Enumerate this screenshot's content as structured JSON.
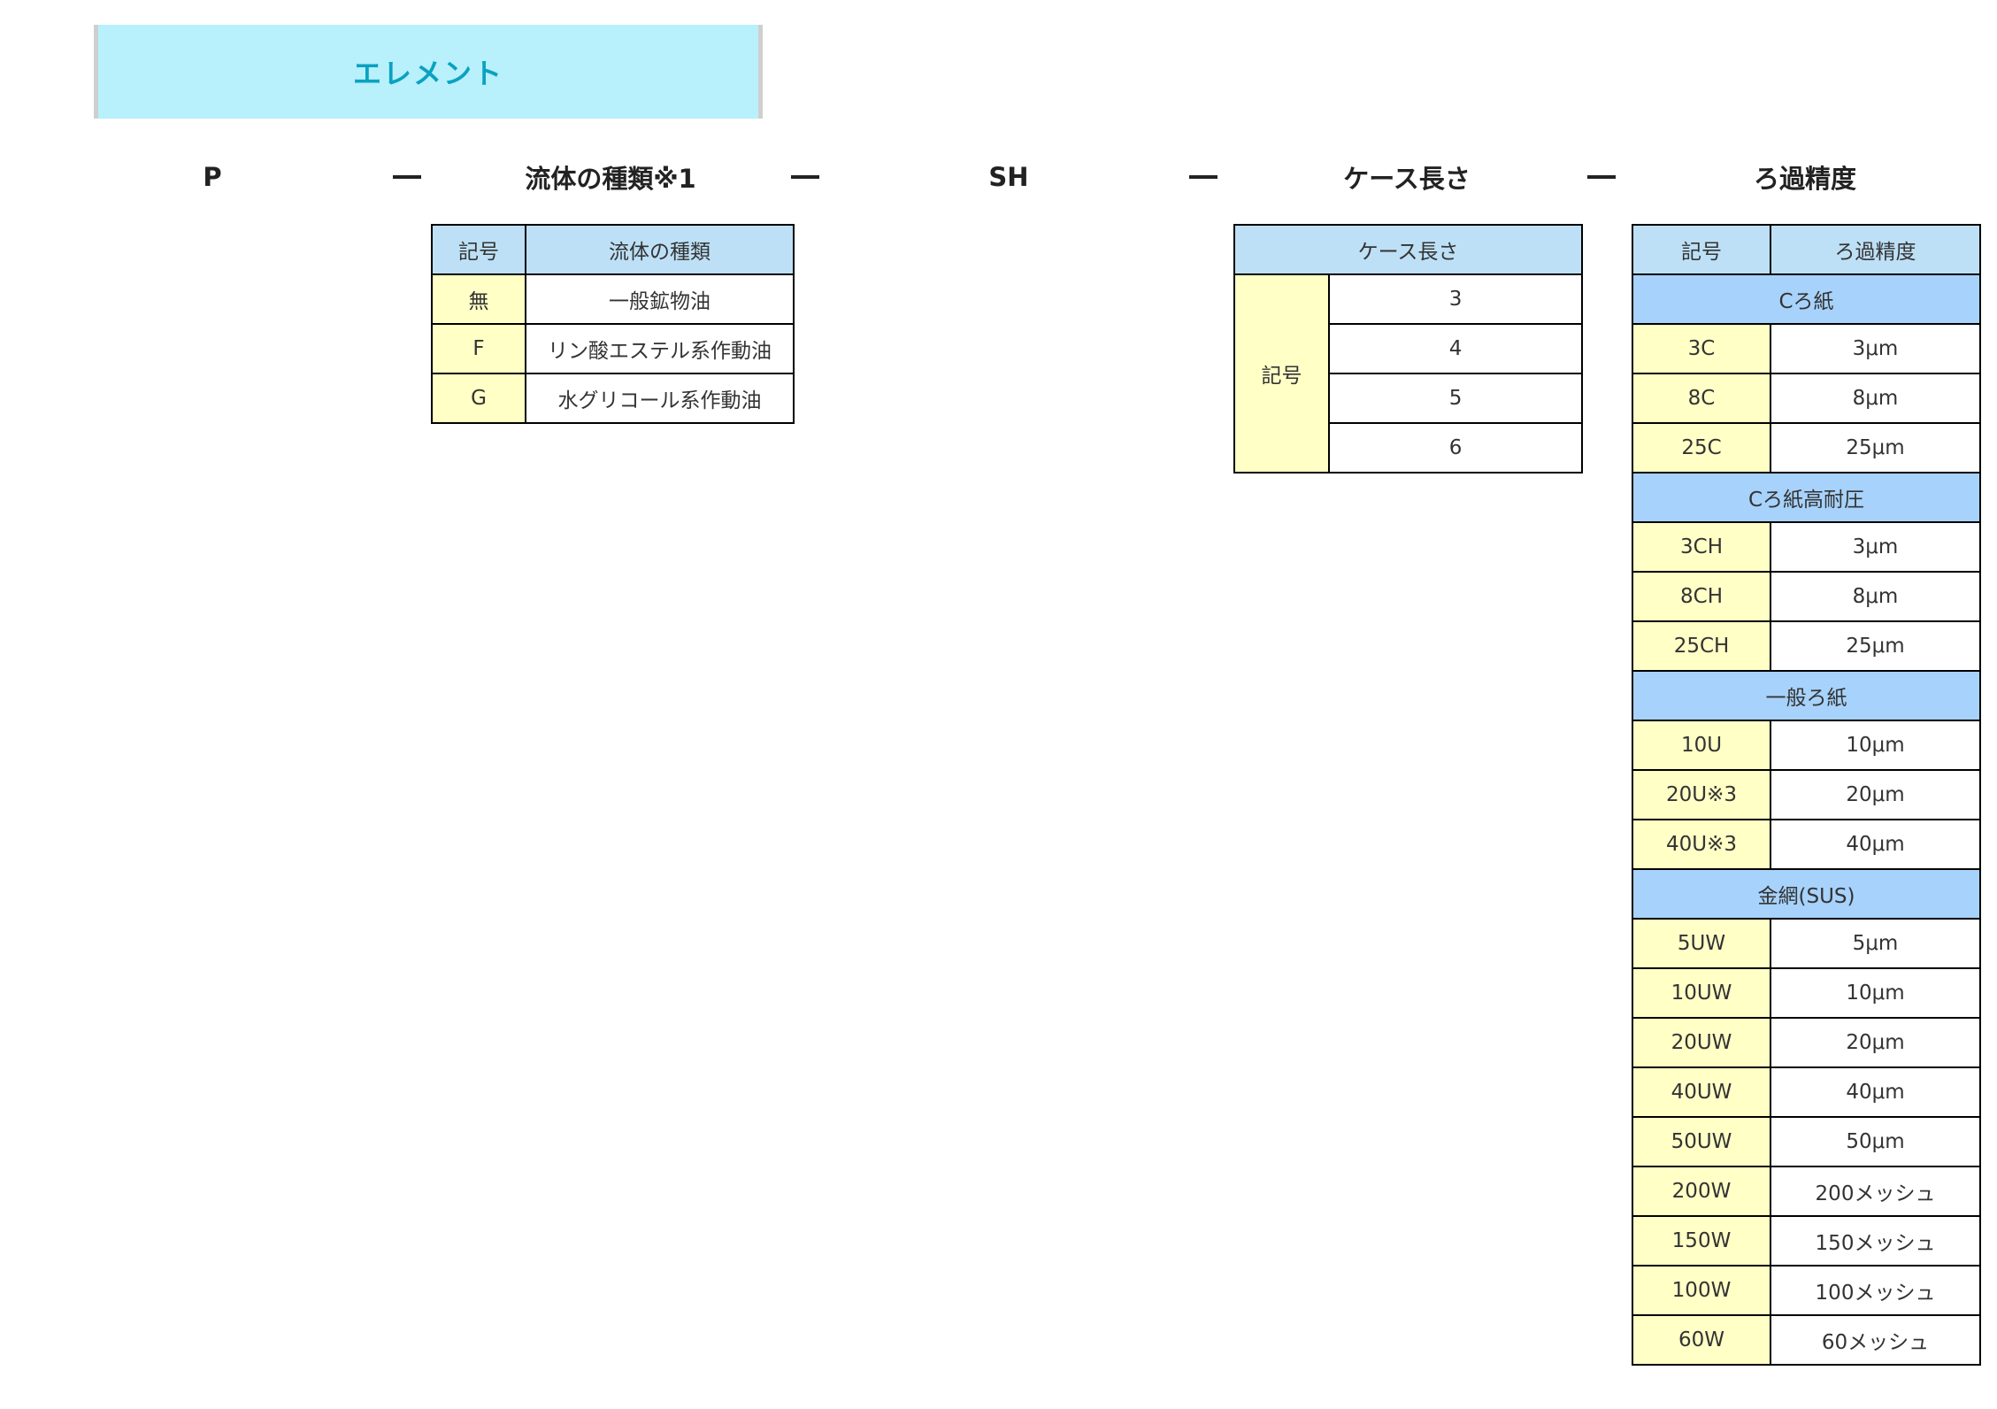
{
  "banner": {
    "title": "エレメント"
  },
  "model_code": {
    "p": "P",
    "fluid": "流体の種類※1",
    "sh": "SH",
    "case_length": "ケース長さ",
    "filtration": "ろ過精度"
  },
  "fluid_table": {
    "headers": [
      "記号",
      "流体の種類"
    ],
    "rows": [
      {
        "code": "無",
        "value": "一般鉱物油"
      },
      {
        "code": "F",
        "value": "リン酸エステル系作動油"
      },
      {
        "code": "G",
        "value": "水グリコール系作動油"
      }
    ]
  },
  "case_table": {
    "header": "ケース長さ",
    "label": "記号",
    "values": [
      "3",
      "4",
      "5",
      "6"
    ]
  },
  "filter_table": {
    "headers": [
      "記号",
      "ろ過精度"
    ],
    "groups": [
      {
        "name": "Cろ紙",
        "rows": [
          {
            "code": "3C",
            "value": "3μm"
          },
          {
            "code": "8C",
            "value": "8μm"
          },
          {
            "code": "25C",
            "value": "25μm"
          }
        ]
      },
      {
        "name": "Cろ紙高耐圧",
        "rows": [
          {
            "code": "3CH",
            "value": "3μm"
          },
          {
            "code": "8CH",
            "value": "8μm"
          },
          {
            "code": "25CH",
            "value": "25μm"
          }
        ]
      },
      {
        "name": "一般ろ紙",
        "rows": [
          {
            "code": "10U",
            "value": "10μm"
          },
          {
            "code": "20U※3",
            "value": "20μm"
          },
          {
            "code": "40U※3",
            "value": "40μm"
          }
        ]
      },
      {
        "name": "金網(SUS)",
        "rows": [
          {
            "code": "5UW",
            "value": "5μm"
          },
          {
            "code": "10UW",
            "value": "10μm"
          },
          {
            "code": "20UW",
            "value": "20μm"
          },
          {
            "code": "40UW",
            "value": "40μm"
          },
          {
            "code": "50UW",
            "value": "50μm"
          },
          {
            "code": "200W",
            "value": "200メッシュ"
          },
          {
            "code": "150W",
            "value": "150メッシュ"
          },
          {
            "code": "100W",
            "value": "100メッシュ"
          },
          {
            "code": "60W",
            "value": "60メッシュ"
          }
        ]
      }
    ]
  }
}
